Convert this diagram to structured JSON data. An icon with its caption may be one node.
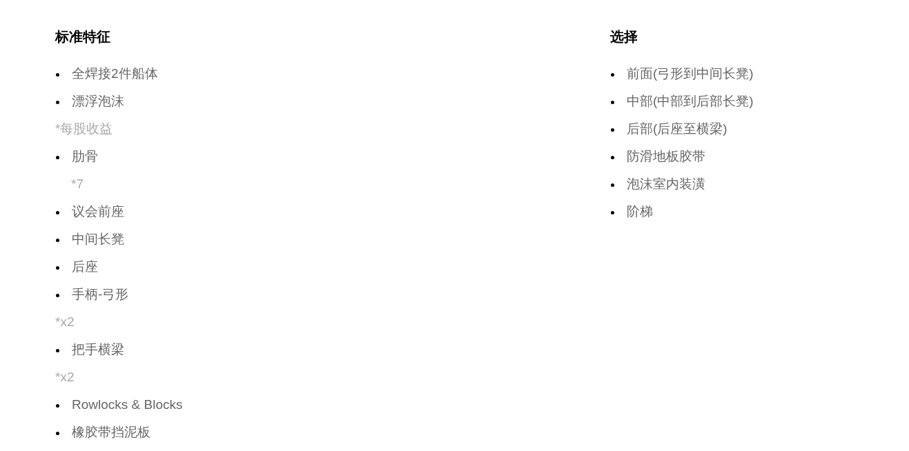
{
  "diagram": {
    "labels": [
      "标准特征",
      "全焊接2件船体",
      "漂浮泡沫",
      "*每股收益",
      "肋骨",
      "*7",
      "议会前座",
      "中间长凳",
      "后座",
      "手柄-弓形",
      "*x2",
      "把手横梁",
      "*x2",
      "Rowlocks & Blocks",
      "橡胶带挡泥板",
      "选择",
      "前面(弓形到中间长凳)",
      "中部(中部到后部长凳)",
      "后部(后座至横梁)",
      "防滑地板胶带",
      "泡沫室内装潢",
      "阶梯"
    ]
  }
}
